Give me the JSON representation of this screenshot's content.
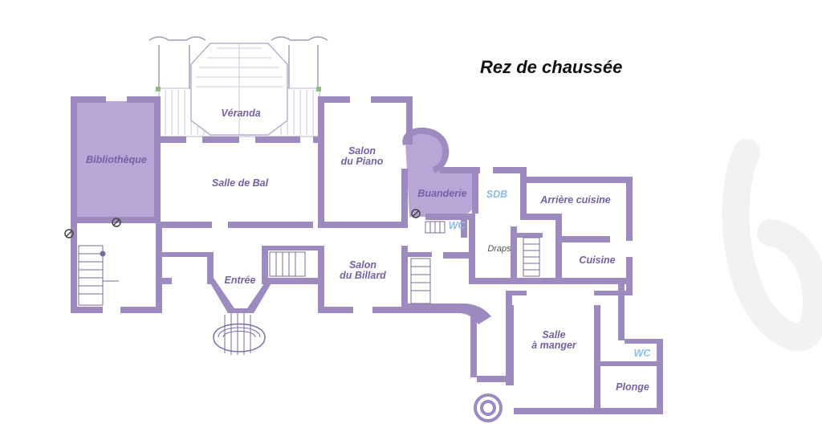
{
  "title": "Rez de chaussée",
  "colors": {
    "wall": "#9d8bbf",
    "room_label": "#7560a6",
    "highlight_fill": "#b7a6d6",
    "wc_label": "#8bbde8",
    "draps_label": "#555555",
    "watermark": "#f2f2f2"
  },
  "rooms": {
    "veranda": "Véranda",
    "bibliotheque": "Bibliothèque",
    "salle_de_bal": "Salle de Bal",
    "salon_piano_1": "Salon",
    "salon_piano_2": "du Piano",
    "buanderie": "Buanderie",
    "sdb": "SDB",
    "wc_buanderie": "WC",
    "arriere_cuisine": "Arrière cuisine",
    "draps": "Draps",
    "cuisine": "Cuisine",
    "entree": "Entrée",
    "salon_billard_1": "Salon",
    "salon_billard_2": "du Billard",
    "salle_manger_1": "Salle",
    "salle_manger_2": "à manger",
    "wc_plonge": "WC",
    "plonge": "Plonge"
  },
  "highlighted_rooms": [
    "Bibliothèque",
    "Buanderie"
  ],
  "icons": [
    "no-entry-icon",
    "no-entry-icon",
    "no-entry-icon"
  ]
}
